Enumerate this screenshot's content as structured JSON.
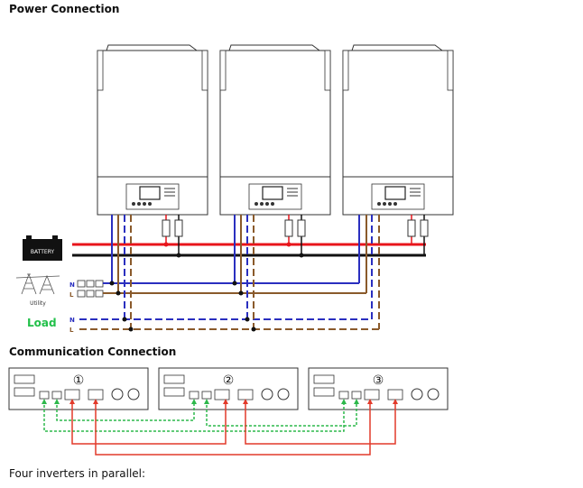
{
  "headings": {
    "power": "Power Connection",
    "communication": "Communication Connection"
  },
  "labels": {
    "battery": "BATTERY",
    "utility": "Utility",
    "load": "Load",
    "neutral": "N",
    "line": "L"
  },
  "units": [
    "①",
    "②",
    "③"
  ],
  "footer": "Four inverters in parallel:",
  "colors": {
    "battery_positive": "#e8141b",
    "battery_negative": "#111111",
    "neutral": "#2a2fbf",
    "line": "#8a5a2b",
    "load_label": "#22c04a",
    "comm_sync": "#2db84b",
    "comm_current": "#e23a2a"
  }
}
